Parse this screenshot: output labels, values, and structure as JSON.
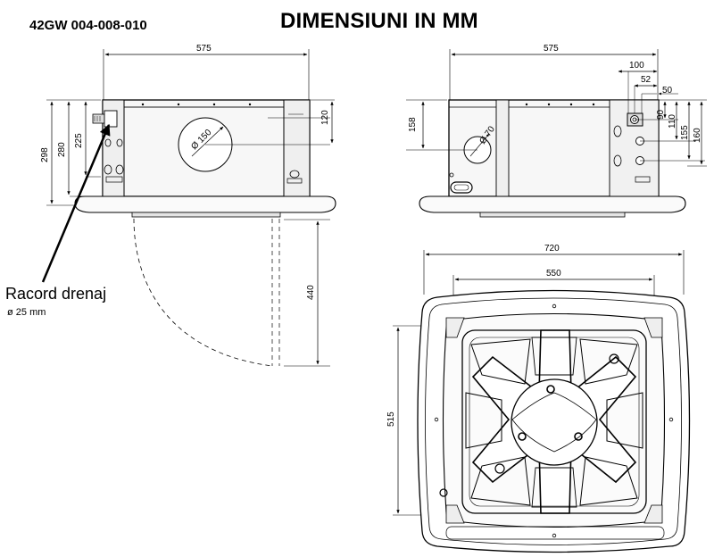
{
  "header": {
    "model": "42GW 004-008-010",
    "title": "DIMENSIUNI IN MM"
  },
  "drain": {
    "label": "Racord drenaj",
    "diameter": "ø 25 mm"
  },
  "front_view": {
    "width": "575",
    "duct": "Ø 150",
    "dim_120": "120",
    "dim_298": "298",
    "dim_280": "280",
    "dim_225": "225",
    "dim_440": "440"
  },
  "side_view": {
    "width": "575",
    "dim_100": "100",
    "dim_52": "52",
    "dim_50": "50",
    "dim_158": "158",
    "duct": "Ø 70",
    "dim_90": "90",
    "dim_110": "110",
    "dim_155": "155",
    "dim_160": "160"
  },
  "plan_view": {
    "width": "720",
    "inner_width": "550",
    "depth": "515"
  }
}
